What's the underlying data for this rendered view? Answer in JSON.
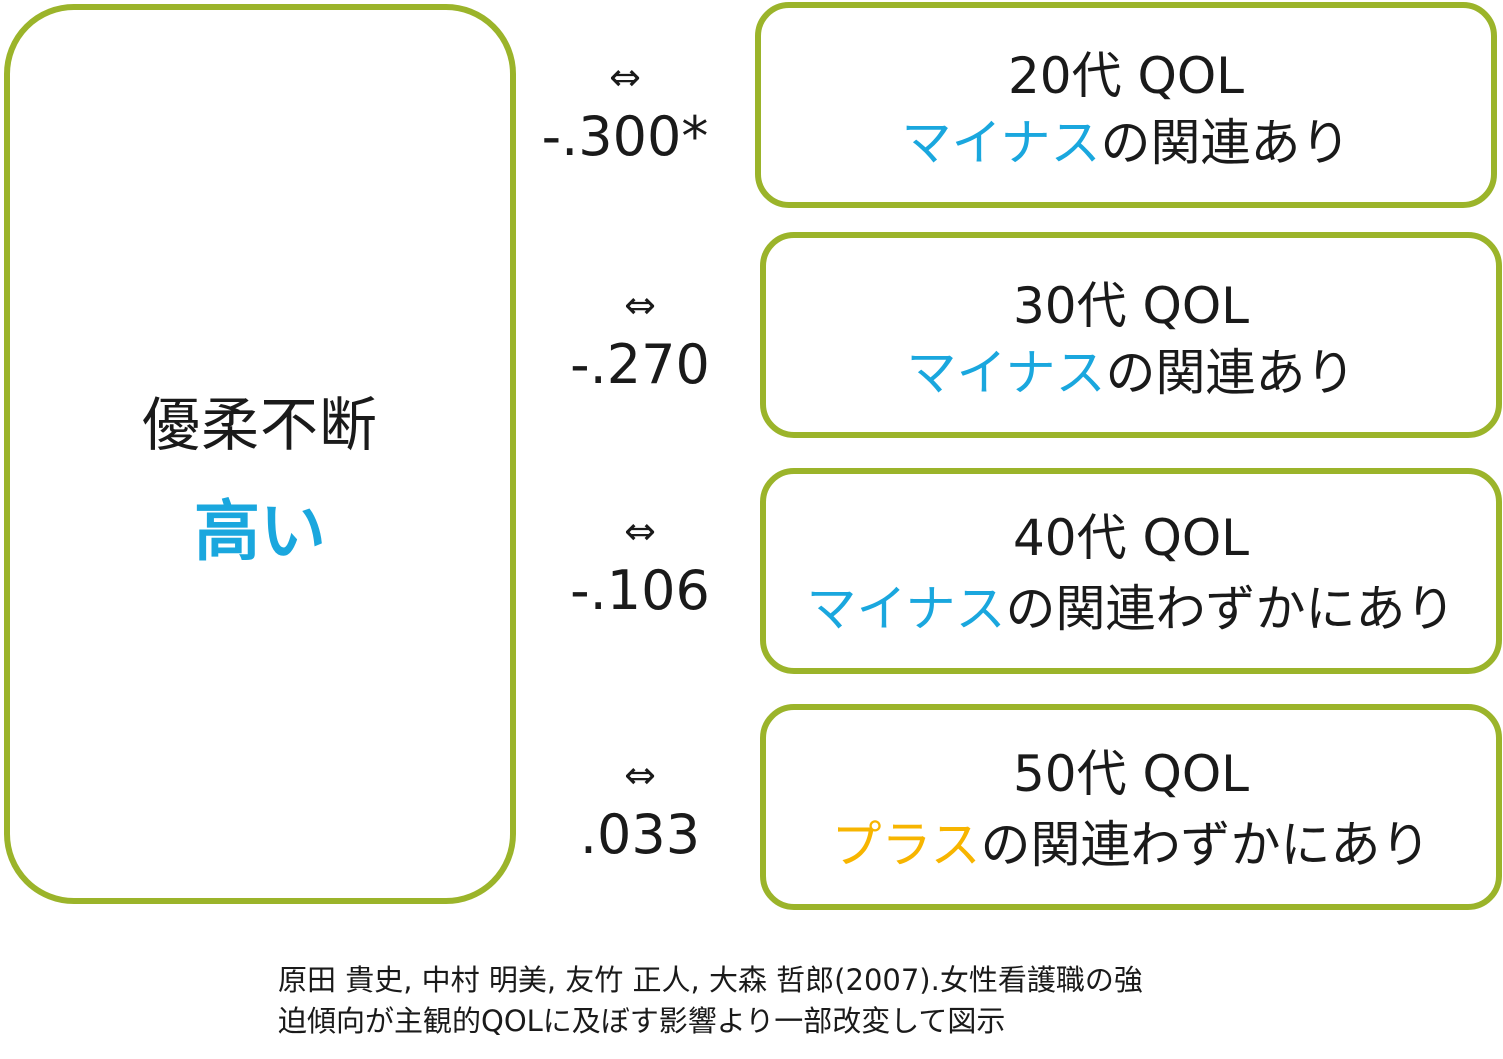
{
  "colors": {
    "border": "#9bb42a",
    "minus": "#1aa7de",
    "plus": "#f7b500",
    "text": "#1a1a1a"
  },
  "left": {
    "title": "優柔不断",
    "value": "高い"
  },
  "rows": [
    {
      "arrow": "⇔",
      "correlation": "-.300*",
      "age_label": "20代 QOL",
      "direction": "マイナス",
      "relation": "の関連あり"
    },
    {
      "arrow": "⇔",
      "correlation": "-.270",
      "age_label": "30代 QOL",
      "direction": "マイナス",
      "relation": "の関連あり"
    },
    {
      "arrow": "⇔",
      "correlation": "-.106",
      "age_label": "40代 QOL",
      "direction": "マイナス",
      "relation": "の関連わずかにあり"
    },
    {
      "arrow": "⇔",
      "correlation": ".033",
      "age_label": "50代 QOL",
      "direction": "プラス",
      "relation": "の関連わずかにあり"
    }
  ],
  "citation": {
    "line1": "原田 貴史, 中村 明美, 友竹 正人, 大森 哲郎(2007).女性看護職の強",
    "line2": "迫傾向が主観的QOLに及ぼす影響より一部改変して図示"
  }
}
